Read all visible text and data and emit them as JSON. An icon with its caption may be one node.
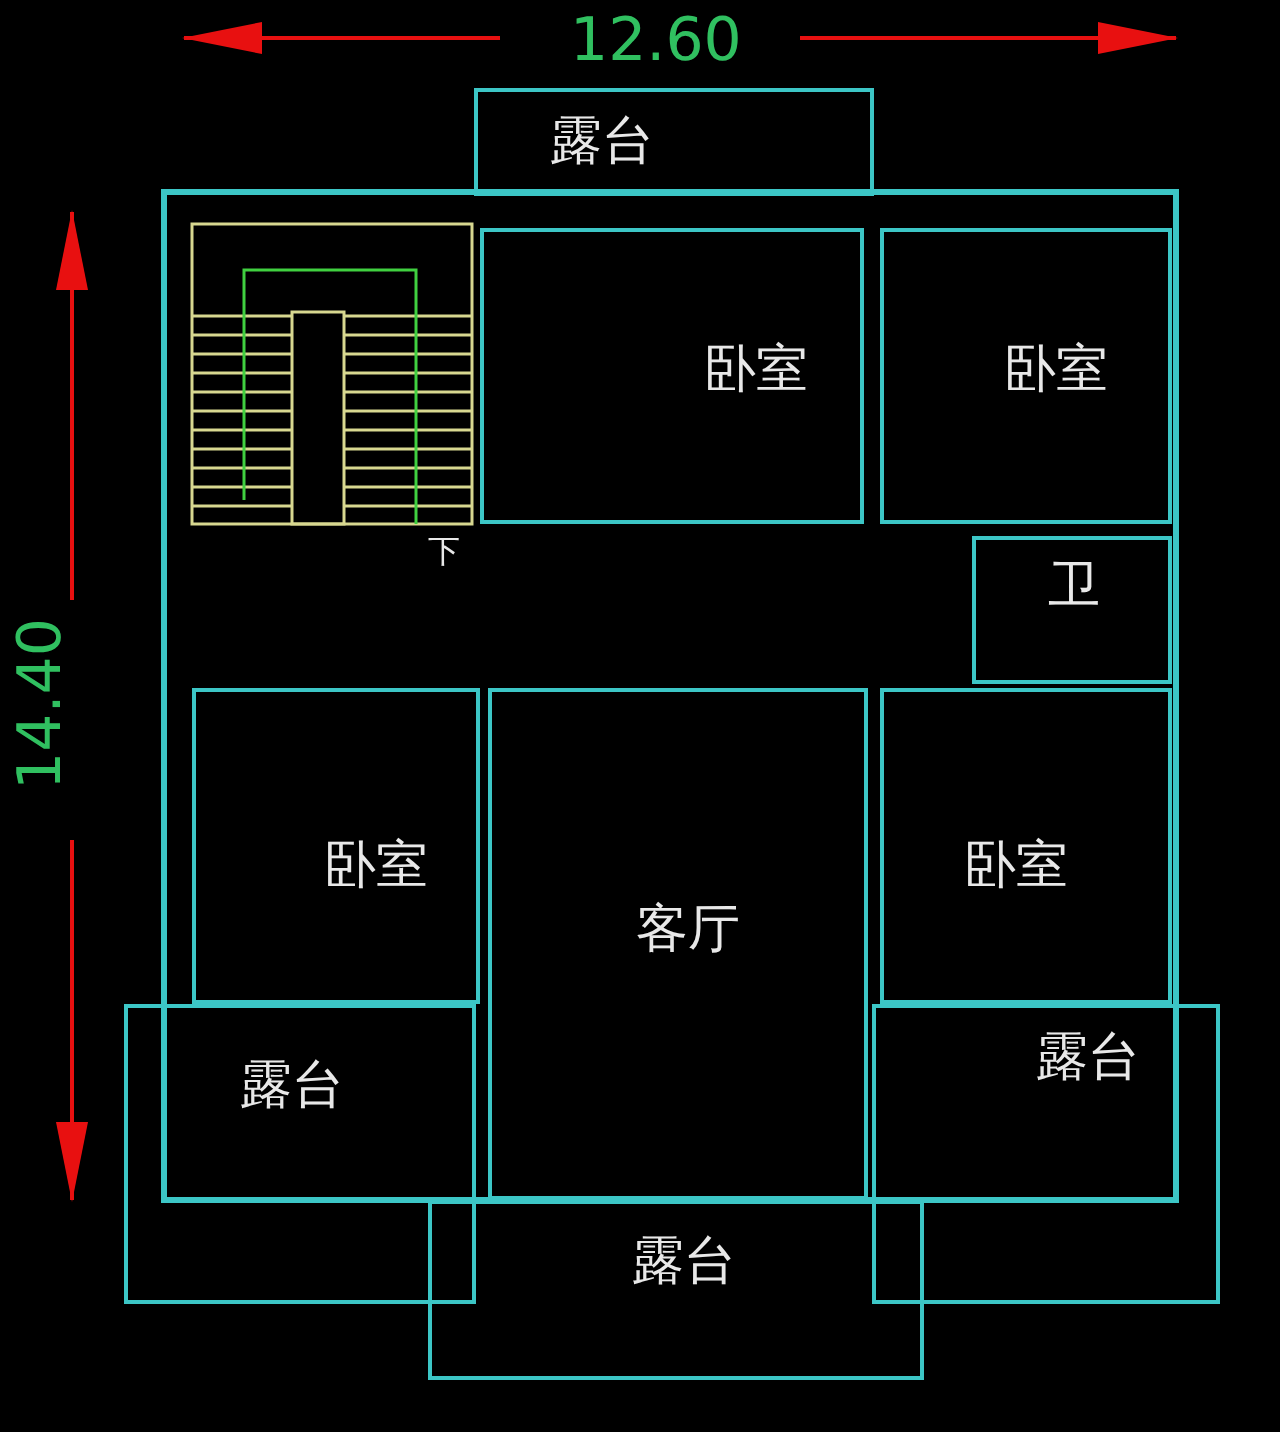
{
  "diagram": {
    "nodes": [
      {
        "text": [
          "露台"
        ]
      },
      {
        "text": [
          "卧室"
        ]
      },
      {
        "text": [
          "卧室"
        ]
      },
      {
        "text": [
          "卫"
        ]
      },
      {
        "text": [
          "卧室"
        ]
      },
      {
        "text": [
          "客厅"
        ]
      },
      {
        "text": [
          "卧室"
        ]
      },
      {
        "text": [
          "露台"
        ]
      },
      {
        "text": [
          "露台"
        ]
      },
      {
        "text": [
          "露台"
        ]
      }
    ],
    "labels": [
      "12.60",
      "14.40",
      "下"
    ]
  }
}
